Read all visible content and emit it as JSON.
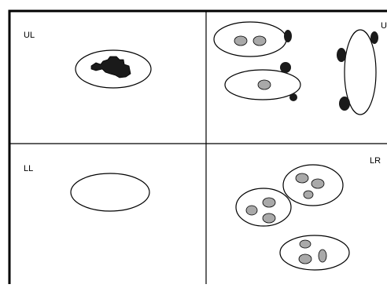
{
  "quadrants": {
    "ul": {
      "label": "UL"
    },
    "ur": {
      "label": "U"
    },
    "ll": {
      "label": "LL"
    },
    "lr": {
      "label": "LR"
    }
  },
  "colors": {
    "background": "#ffffff",
    "frame": "#000000",
    "cell_fill": "#a9a9a9",
    "blob_fill": "#1a1a1a",
    "outline": "#000000"
  }
}
